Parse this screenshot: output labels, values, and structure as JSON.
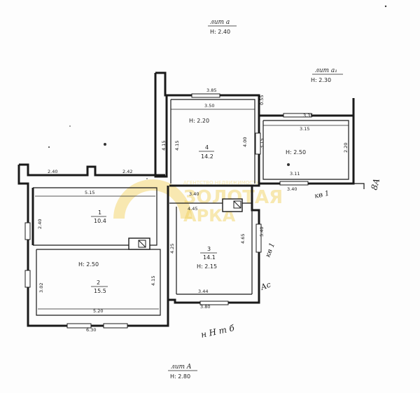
{
  "liters": {
    "top": {
      "name": "лит а",
      "height": "H: 2.40"
    },
    "right": {
      "name": "лит а₁",
      "height": "H: 2.30"
    },
    "bottom": {
      "name": "лит A",
      "height": "H: 2.80"
    }
  },
  "rooms": [
    {
      "id": "1",
      "area": "10.4",
      "height": ""
    },
    {
      "id": "2",
      "area": "15.5",
      "height": "H: 2.50"
    },
    {
      "id": "3",
      "area": "14.1",
      "height": "H: 2.15"
    },
    {
      "id": "4",
      "area": "14.2",
      "height": "H: 2.20"
    },
    {
      "id": "",
      "area": "",
      "height": "H: 2.50"
    }
  ],
  "dimensions": {
    "top_outer": "3.85",
    "top_inner": "3.50",
    "right_top_outer": "3.35",
    "right_top_inner": "3.15",
    "right_bottom_inner": "3.11",
    "right_bottom_outer": "3.40",
    "left_top_a": "2.40",
    "left_top_b": "2.42",
    "room1_top": "5.15",
    "room2_bottom_inner": "5.20",
    "room2_bottom_outer": "6.30",
    "room3_top": "3.40",
    "room3_mid": "4.45",
    "room3_bottom_inner": "3.44",
    "room3_bottom_outer": "3.80",
    "vert_left_upper": "4.15",
    "vert_room4_left": "4.15",
    "vert_room4_right": "4.00",
    "vert_right_a": "3.15",
    "vert_small": "0.55",
    "vert_room1_left": "2.40",
    "vert_room2_left": "3.02",
    "vert_room2_right": "4.15",
    "vert_room3_left": "4.25",
    "vert_room3_right": "4.65",
    "vert_room3_outer": "5.40",
    "vert_annex": "2.20"
  },
  "apartment_labels": [
    "кв 1",
    "кв 1"
  ],
  "handwritten": [
    "н Н т б",
    "Ас",
    "8А"
  ],
  "watermark": {
    "line1": "АГЕНТСТВО НЕДВИЖИМОСТИ",
    "line2": "ЗОЛОТАЯ",
    "line3": "АРКА"
  }
}
